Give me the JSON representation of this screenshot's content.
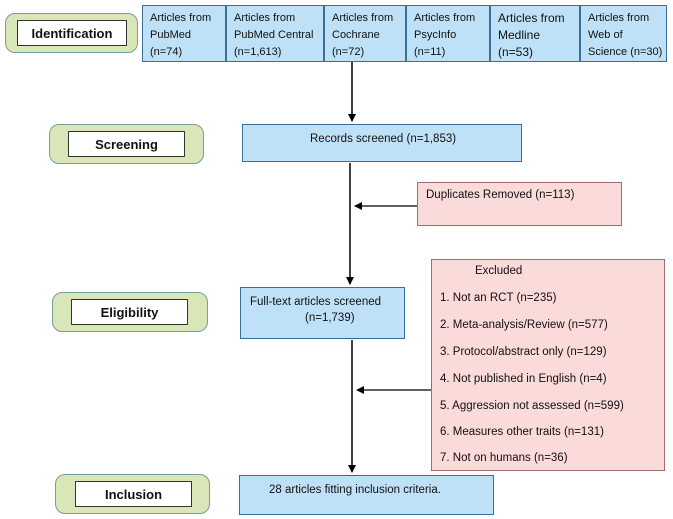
{
  "stages": {
    "identification": "Identification",
    "screening": "Screening",
    "eligibility": "Eligibility",
    "inclusion": "Inclusion"
  },
  "sources": [
    {
      "line1": "Articles from",
      "line2": "PubMed",
      "line3": "(n=74)"
    },
    {
      "line1": "Articles from",
      "line2": "PubMed Central",
      "line3": "(n=1,613)"
    },
    {
      "line1": "Articles from",
      "line2": "Cochrane",
      "line3": "(n=72)"
    },
    {
      "line1": "Articles from",
      "line2": "PsycInfo",
      "line3": "(n=11)"
    },
    {
      "line1": "Articles from",
      "line2": "Medline",
      "line3": "(n=53)"
    },
    {
      "line1": "Articles from",
      "line2": "Web of",
      "line3": "Science (n=30)"
    }
  ],
  "screened": "Records screened (n=1,853)",
  "duplicates": "Duplicates Removed (n=113)",
  "fulltext": {
    "line1": "Full-text articles screened",
    "line2": "(n=1,739)"
  },
  "excluded": {
    "title": "Excluded",
    "items": [
      "1. Not an RCT (n=235)",
      "2. Meta-analysis/Review (n=577)",
      "3. Protocol/abstract only (n=129)",
      "4. Not published in English (n=4)",
      "5. Aggression not assessed (n=599)",
      "6. Measures other traits (n=131)",
      "7. Not on humans (n=36)"
    ]
  },
  "included": "28 articles fitting inclusion criteria.",
  "colors": {
    "blue_fill": "#bfe1f7",
    "pink_fill": "#fbdada",
    "stage_fill": "#d9e6b8"
  }
}
